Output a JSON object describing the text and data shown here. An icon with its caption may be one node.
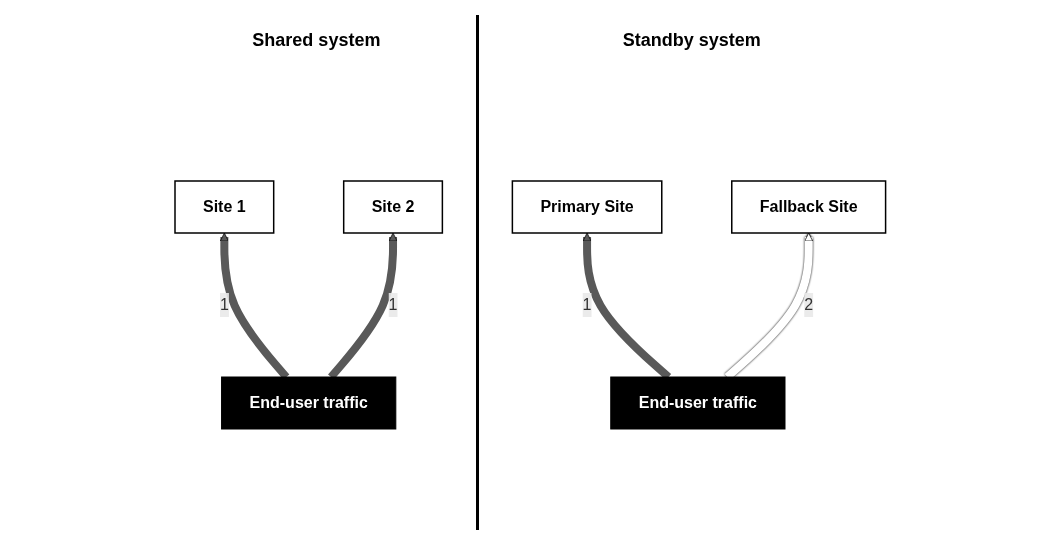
{
  "diagram": {
    "nodes": [
      {
        "text": [
          "Site 1"
        ]
      },
      {
        "text": [
          "Site 2"
        ]
      },
      {
        "text": [
          "End-user traffic"
        ]
      },
      {
        "text": [
          "Primary Site"
        ]
      },
      {
        "text": [
          "Fallback Site"
        ]
      },
      {
        "text": [
          "End-user traffic"
        ]
      }
    ],
    "edges": [
      {
        "from": 2,
        "to": 0,
        "arrow": "to",
        "label": "1"
      },
      {
        "from": 2,
        "to": 1,
        "arrow": "to",
        "label": "1"
      },
      {
        "from": 5,
        "to": 3,
        "arrow": "to",
        "label": "1"
      },
      {
        "from": 5,
        "to": 4,
        "arrow": "to",
        "label": "2",
        "color": "#ffffff"
      }
    ],
    "labels": [
      "Shared system",
      "Standby system"
    ]
  }
}
